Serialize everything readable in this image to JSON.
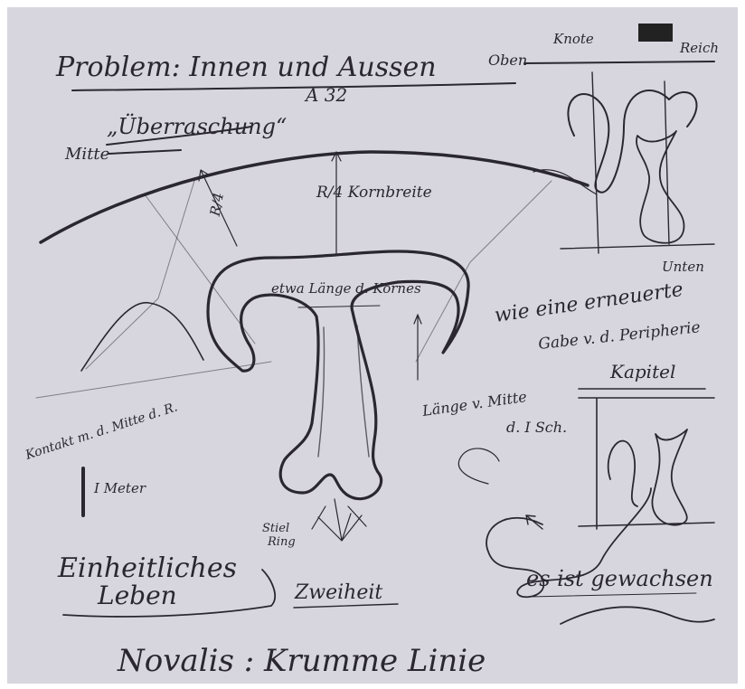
{
  "sketch": {
    "title": "Problem: Innen und Aussen",
    "obere_label": "Oben",
    "knoten_label": "Knote",
    "reich_label": "Reich",
    "ueberraschung": "„Überraschung“",
    "ueberraschung_ref": "A 32",
    "mitte_label": "Mitte",
    "fraction_label": "R/4",
    "kornbreite_label": "R/4 Kornbreite",
    "etwa_label": "etwa Länge d. Kornes",
    "erneuerte_label": "wie eine erneuerte",
    "gabe_label": "Gabe v. d. Peripherie",
    "unten_label": "Unten",
    "kapitel_label": "Kapitel",
    "laenge_label": "Länge v. Mitte",
    "laenge_label_2": "d. I Sch.",
    "kontakt_label": "Kontakt m. d. Mitte d. R.",
    "meter_label": "I Meter",
    "einheitliches_label": "Einheitliches",
    "leben_label": "Leben",
    "zweiheit_label": "Zweiheit",
    "gewachsen_label": "es ist gewachsen",
    "stiel_label": "Stiel",
    "stiel_label_2": "Ring",
    "novalis_label": "Novalis : Krumme Linie",
    "ink_color": "#2a2730",
    "paper_color": "#dcdbe3"
  }
}
